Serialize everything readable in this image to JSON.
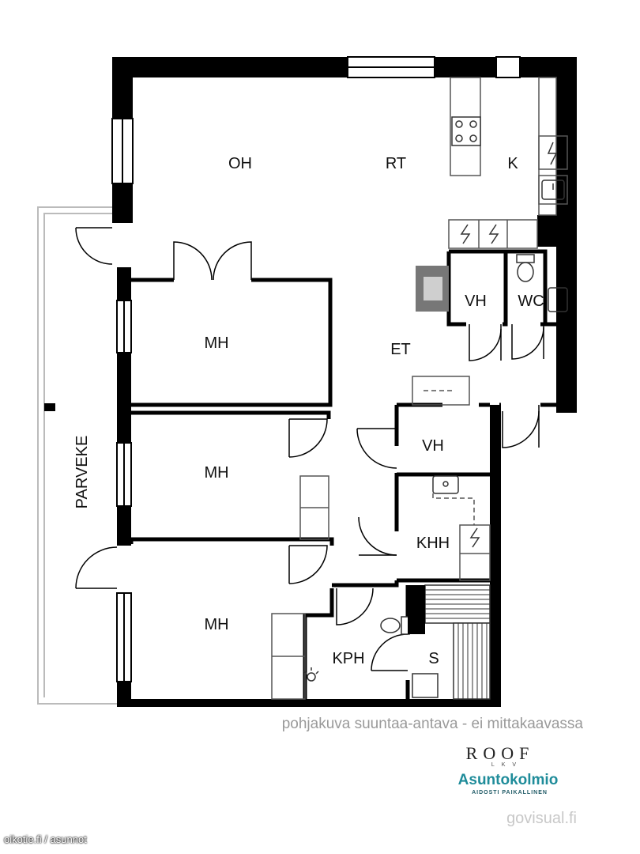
{
  "rooms": {
    "oh": "OH",
    "rt": "RT",
    "k": "K",
    "vh_upper": "VH",
    "wc": "WC",
    "mh_top": "MH",
    "et": "ET",
    "vh_middle": "VH",
    "mh_middle": "MH",
    "khh": "KHH",
    "mh_bottom": "MH",
    "kph": "KPH",
    "s": "S",
    "parveke": "PARVEKE"
  },
  "footer": {
    "caption": "pohjakuva suuntaa-antava - ei mittakaavassa",
    "logo_roof": "ROOF",
    "logo_roof_sub": "LKV",
    "logo_brand": "Asuntokolmio",
    "logo_brand_sub": "AIDOSTI PAIKALLINEN",
    "credit": "govisual.fi",
    "source": "oikotie.fi / asunnot"
  },
  "colors": {
    "wall": "#000000",
    "fixture": "#555555",
    "brand": "#1f8c9a"
  }
}
